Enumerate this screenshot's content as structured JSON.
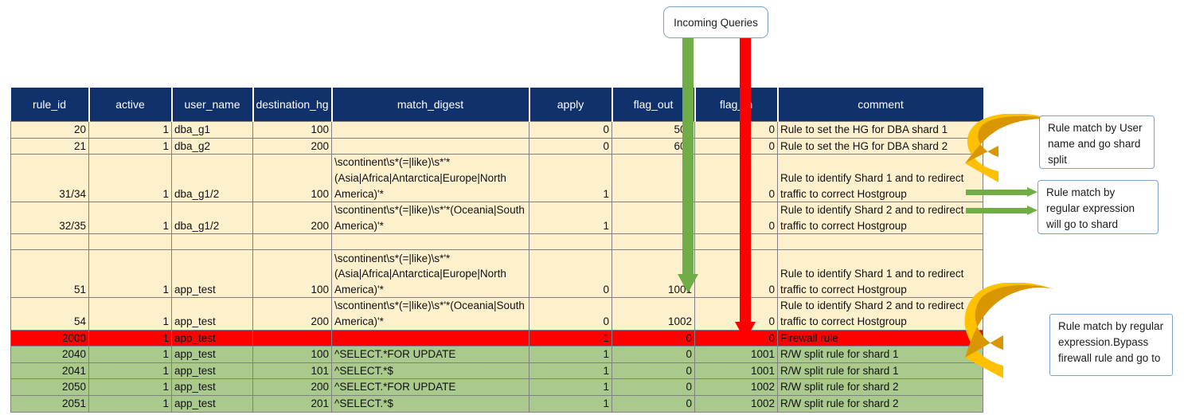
{
  "diagram": {
    "incoming_queries_label": "Incoming Queries",
    "colors": {
      "header_navy": "#10316b",
      "row_cream": "#fdf0cd",
      "row_firewall_red": "#ff0000",
      "row_rw_green": "#aac98c",
      "flow_green": "#70ad47",
      "flow_red": "#ff0000",
      "curve_orange": "#ffc000",
      "note_border_blue": "#7ba3d0"
    }
  },
  "table": {
    "columns": [
      "rule_id",
      "active",
      "user_name",
      "destination_hg",
      "match_digest",
      "apply",
      "flag_out",
      "flag_in",
      "comment"
    ],
    "rows": [
      {
        "style": "cream",
        "size": "small",
        "rule_id": "20",
        "active": "1",
        "user_name": "dba_g1",
        "destination_hg": "100",
        "match_digest": "",
        "apply": "0",
        "flag_out": "500",
        "flag_in": "0",
        "comment": "Rule to set the HG for DBA shard 1"
      },
      {
        "style": "cream",
        "size": "small",
        "rule_id": "21",
        "active": "1",
        "user_name": "dba_g2",
        "destination_hg": "200",
        "match_digest": "",
        "apply": "0",
        "flag_out": "600",
        "flag_in": "0",
        "comment": "Rule to set the HG for DBA shard 2"
      },
      {
        "style": "cream",
        "size": "tall",
        "rule_id": "31/34",
        "active": "1",
        "user_name": "dba_g1/2",
        "destination_hg": "100",
        "match_digest": "\\scontinent\\s*(=|like)\\s*'*(Asia|Africa|Antarctica|Europe|North America)'*",
        "apply": "1",
        "flag_out": "0",
        "flag_in": "0",
        "comment": "Rule to identify Shard 1 and to redirect traffic to correct Hostgroup"
      },
      {
        "style": "cream",
        "size": "mid",
        "rule_id": "32/35",
        "active": "1",
        "user_name": "dba_g1/2",
        "destination_hg": "200",
        "match_digest": "\\scontinent\\s*(=|like)\\s*'*(Oceania|South America)'*",
        "apply": "1",
        "flag_out": "0",
        "flag_in": "0",
        "comment": "Rule to identify Shard 2 and to redirect traffic to correct Hostgroup"
      },
      {
        "style": "cream",
        "size": "small",
        "rule_id": "",
        "active": "",
        "user_name": "",
        "destination_hg": "",
        "match_digest": "",
        "apply": "",
        "flag_out": "",
        "flag_in": "",
        "comment": ""
      },
      {
        "style": "cream",
        "size": "tall",
        "rule_id": "51",
        "active": "1",
        "user_name": "app_test",
        "destination_hg": "100",
        "match_digest": "\\scontinent\\s*(=|like)\\s*'*(Asia|Africa|Antarctica|Europe|North America)'*",
        "apply": "0",
        "flag_out": "1001",
        "flag_in": "0",
        "comment": "Rule to identify Shard 1 and to redirect traffic to correct Hostgroup"
      },
      {
        "style": "cream",
        "size": "mid",
        "rule_id": "54",
        "active": "1",
        "user_name": "app_test",
        "destination_hg": "200",
        "match_digest": "\\scontinent\\s*(=|like)\\s*'*(Oceania|South America)'*",
        "apply": "0",
        "flag_out": "1002",
        "flag_in": "0",
        "comment": "Rule to identify Shard 2 and to redirect traffic to correct Hostgroup"
      },
      {
        "style": "firewall",
        "size": "small",
        "rule_id": "2000",
        "active": "1",
        "user_name": "app_test",
        "destination_hg": "",
        "match_digest": ".",
        "apply": "1",
        "flag_out": "0",
        "flag_in": "0",
        "comment": "Firewall rule"
      },
      {
        "style": "rw",
        "size": "small",
        "rule_id": "2040",
        "active": "1",
        "user_name": "app_test",
        "destination_hg": "100",
        "match_digest": "^SELECT.*FOR UPDATE",
        "apply": "1",
        "flag_out": "0",
        "flag_in": "1001",
        "comment": "R/W split rule for shard 1"
      },
      {
        "style": "rw",
        "size": "small",
        "rule_id": "2041",
        "active": "1",
        "user_name": "app_test",
        "destination_hg": "101",
        "match_digest": "^SELECT.*$",
        "apply": "1",
        "flag_out": "0",
        "flag_in": "1001",
        "comment": "R/W split rule for shard 1"
      },
      {
        "style": "rw",
        "size": "small",
        "rule_id": "2050",
        "active": "1",
        "user_name": "app_test",
        "destination_hg": "200",
        "match_digest": "^SELECT.*FOR UPDATE",
        "apply": "1",
        "flag_out": "0",
        "flag_in": "1002",
        "comment": "R/W split rule for shard 2"
      },
      {
        "style": "rw",
        "size": "small",
        "rule_id": "2051",
        "active": "1",
        "user_name": "app_test",
        "destination_hg": "201",
        "match_digest": "^SELECT.*$",
        "apply": "1",
        "flag_out": "0",
        "flag_in": "1002",
        "comment": "R/W split rule for shard 2"
      }
    ]
  },
  "notes": {
    "user_match": "Rule match by User name and go shard split",
    "regex_match": "Rule match by regular expression will go to shard",
    "bypass": "Rule match by regular expression.Bypass firewall rule and go to"
  }
}
